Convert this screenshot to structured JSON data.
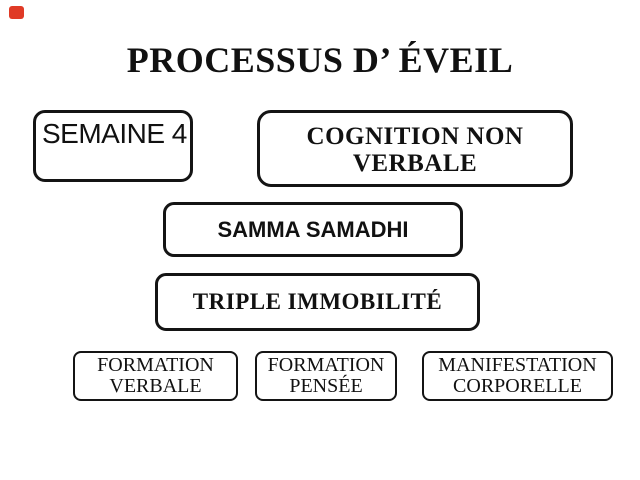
{
  "slide": {
    "title": "PROCESSUS D’ ÉVEIL",
    "badge": {
      "icon": "red-badge"
    },
    "boxes": {
      "semaine": {
        "label": "SEMAINE 4"
      },
      "cognition": {
        "line1": "COGNITION NON",
        "line2": "VERBALE"
      },
      "samadhi": {
        "label": "SAMMA SAMADHI"
      },
      "triple": {
        "label": "TRIPLE IMMOBILITÉ"
      },
      "formation_verbale": {
        "line1": "FORMATION",
        "line2": "VERBALE"
      },
      "formation_pensee": {
        "line1": "FORMATION",
        "line2": "PENSÉE"
      },
      "manifestation_corporelle": {
        "line1": "MANIFESTATION",
        "line2": "CORPORELLE"
      }
    }
  },
  "colors": {
    "background": "#ffffff",
    "text": "#111111",
    "border": "#141414",
    "badge_red": "#e03a26"
  }
}
